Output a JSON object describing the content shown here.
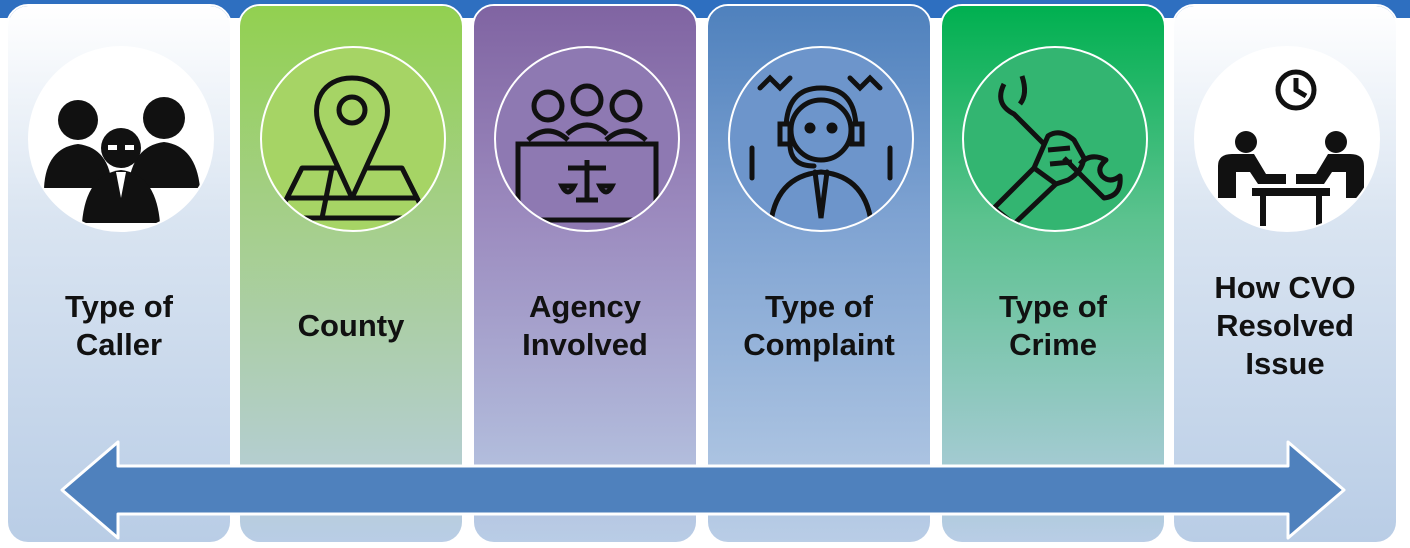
{
  "panels": [
    {
      "label": "Type of\nCaller",
      "icon": "people-icon",
      "top_color": "#ffffff",
      "bottom_color": "#b9cde6"
    },
    {
      "label": "County",
      "icon": "map-pin-icon",
      "top_color": "#92d050",
      "bottom_color": "#b9cde6"
    },
    {
      "label": "Agency\nInvolved",
      "icon": "court-icon",
      "top_color": "#8064a2",
      "bottom_color": "#b9cde6"
    },
    {
      "label": "Type of\nComplaint",
      "icon": "support-agent-icon",
      "top_color": "#4f81bd",
      "bottom_color": "#b9cde6"
    },
    {
      "label": "Type of\nCrime",
      "icon": "wrench-hand-icon",
      "top_color": "#00b050",
      "bottom_color": "#b9cde6"
    },
    {
      "label": "How CVO\nResolved\nIssue",
      "icon": "meeting-clock-icon",
      "top_color": "#ffffff",
      "bottom_color": "#b9cde6"
    }
  ],
  "arrow": {
    "color": "#4f81bd",
    "icon": "double-headed-arrow-icon"
  }
}
